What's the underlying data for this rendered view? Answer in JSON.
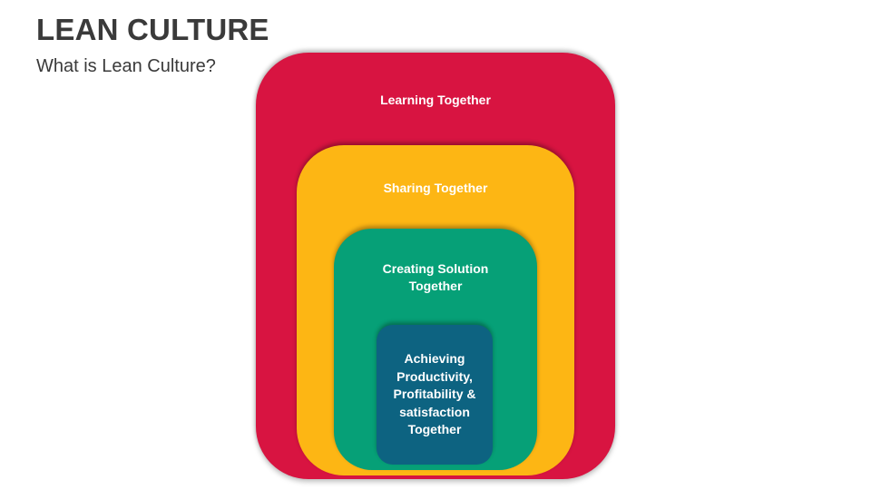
{
  "slide": {
    "title": "LEAN CULTURE",
    "subtitle": "What is Lean Culture?"
  },
  "diagram": {
    "layers": [
      {
        "label": "Learning Together",
        "color": "#d81441"
      },
      {
        "label": "Sharing Together",
        "color": "#fdb614"
      },
      {
        "label": "Creating Solution\nTogether",
        "color": "#06a077"
      },
      {
        "label": "Achieving\nProductivity,\nProfitability &\nsatisfaction\nTogether",
        "color": "#0d6381"
      }
    ]
  }
}
